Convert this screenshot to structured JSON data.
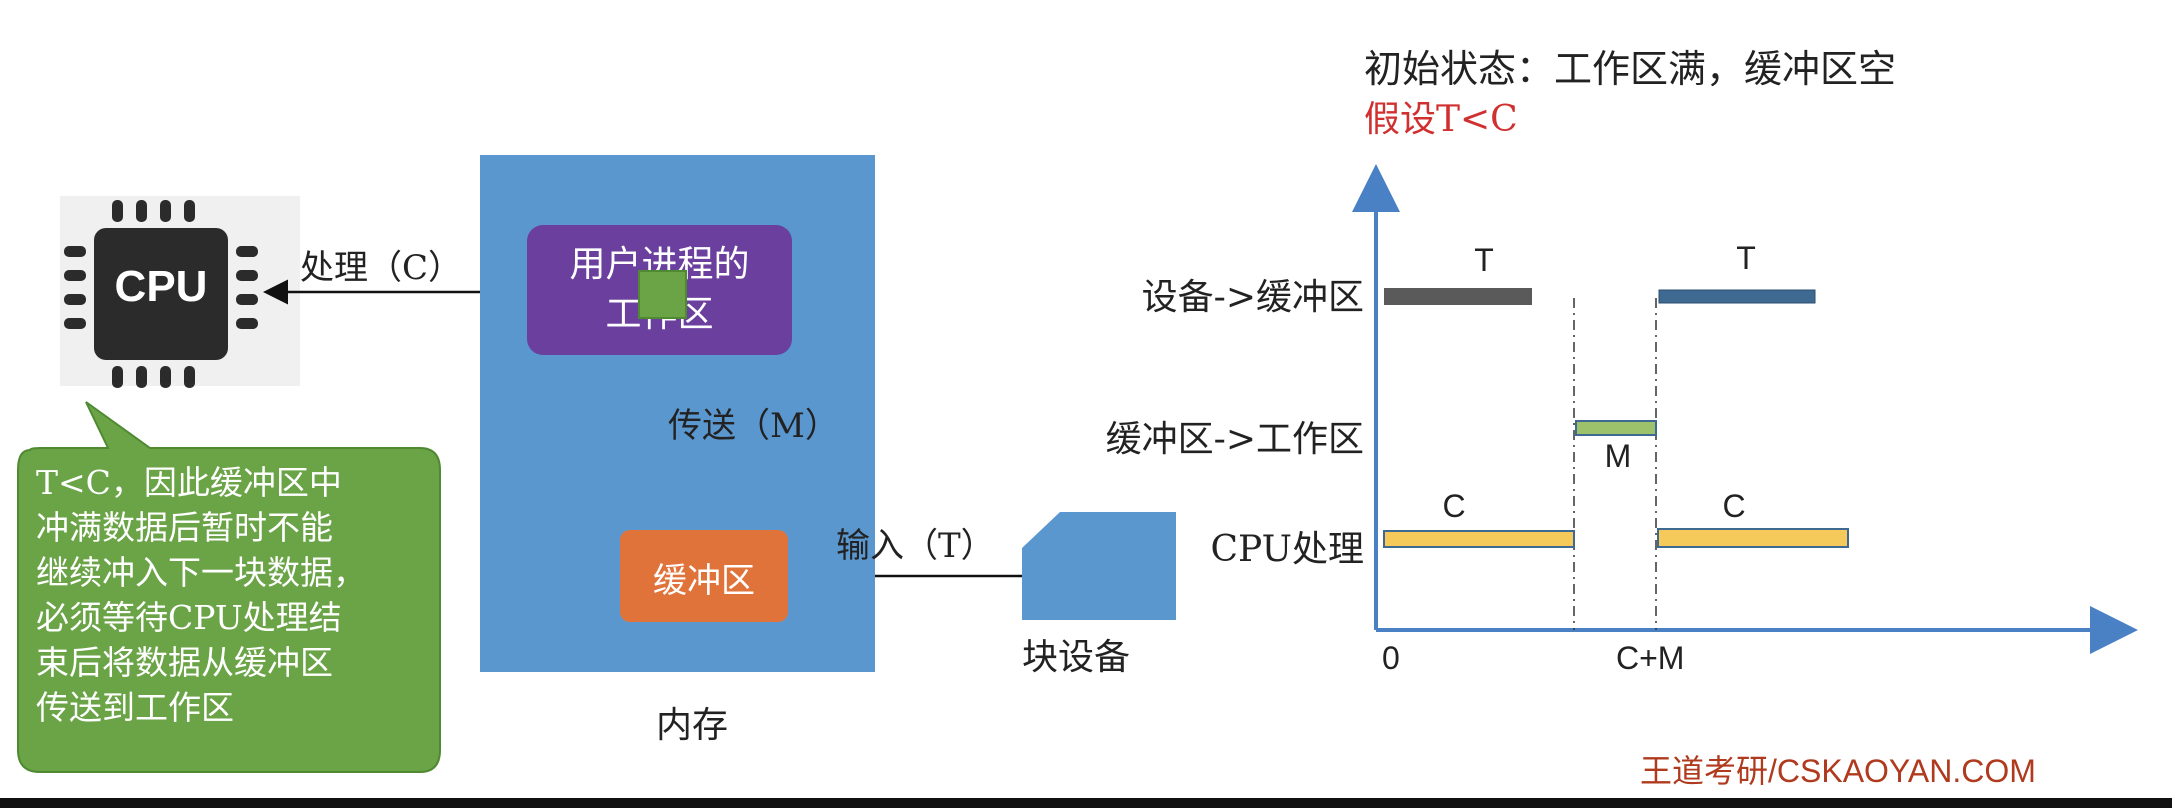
{
  "cpu": {
    "chip_text": "CPU",
    "process_edge_label": "处理（C）"
  },
  "memory": {
    "label": "内存",
    "process_box_label_line1": "用户进程的",
    "process_box_label_line2": "工作区",
    "buffer_label": "缓冲区",
    "transfer_edge_label": "传送（M）"
  },
  "device": {
    "label": "块设备",
    "input_edge_label": "输入（T）"
  },
  "callout": {
    "lines": [
      "T<C，因此缓冲区中",
      "冲满数据后暂时不能",
      "继续冲入下一块数据，",
      "必须等待CPU处理结",
      "束后将数据从缓冲区",
      "传送到工作区"
    ]
  },
  "timing": {
    "title": "初始状态：工作区满，缓冲区空",
    "assumption": "假设T<C",
    "rows": [
      "设备->缓冲区",
      "缓冲区->工作区",
      "CPU处理"
    ],
    "bar_labels": {
      "t1": "T",
      "t2": "T",
      "m": "M",
      "c1": "C",
      "c2": "C"
    },
    "x_ticks": {
      "origin": "0",
      "cm": "C+M"
    },
    "colors": {
      "axis": "#4a80c4",
      "device_bar": "#5a5a5a",
      "device_bar2": "#3e6990",
      "m_bar": "#9cc36b",
      "c_bar": "#f5c95a"
    }
  },
  "watermark": "王道考研/CSKAOYAN.COM"
}
